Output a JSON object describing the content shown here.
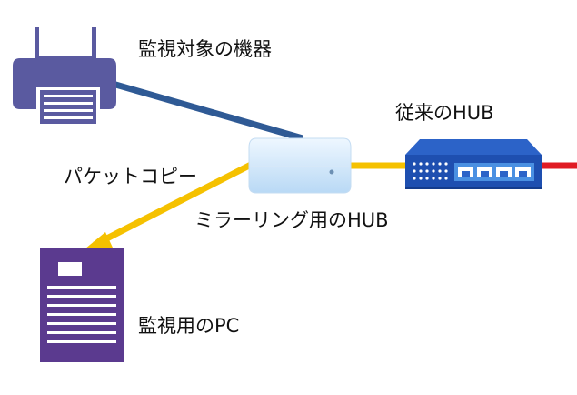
{
  "labels": {
    "monitored_device": "監視対象の機器",
    "legacy_hub": "従来のHUB",
    "packet_copy": "パケットコピー",
    "mirroring_hub": "ミラーリング用のHUB",
    "monitoring_pc": "監視用のPC"
  },
  "nodes": [
    {
      "id": "printer",
      "icon": "printer-icon",
      "label_key": "monitored_device"
    },
    {
      "id": "mirror_hub",
      "icon": "mirror-hub-icon",
      "label_key": "mirroring_hub"
    },
    {
      "id": "legacy_hub",
      "icon": "network-switch-icon",
      "label_key": "legacy_hub"
    },
    {
      "id": "pc",
      "icon": "server-pc-icon",
      "label_key": "monitoring_pc"
    }
  ],
  "edges": [
    {
      "from": "printer",
      "to": "mirror_hub",
      "color": "#2f5a95"
    },
    {
      "from": "mirror_hub",
      "to": "legacy_hub",
      "color": "#f5c100"
    },
    {
      "from": "legacy_hub",
      "to": "uplink",
      "color": "#e01b24"
    },
    {
      "from": "mirror_hub",
      "to": "pc",
      "color": "#f5c100",
      "arrow": true,
      "label_key": "packet_copy"
    }
  ],
  "colors": {
    "printer": "#5a5aa0",
    "pc": "#5b3a8f",
    "mirror_hub": "#cfe6fb",
    "legacy_hub": "#1e4fb0",
    "copy_link": "#f5c100",
    "device_link": "#2f5a95",
    "uplink": "#e01b24"
  }
}
